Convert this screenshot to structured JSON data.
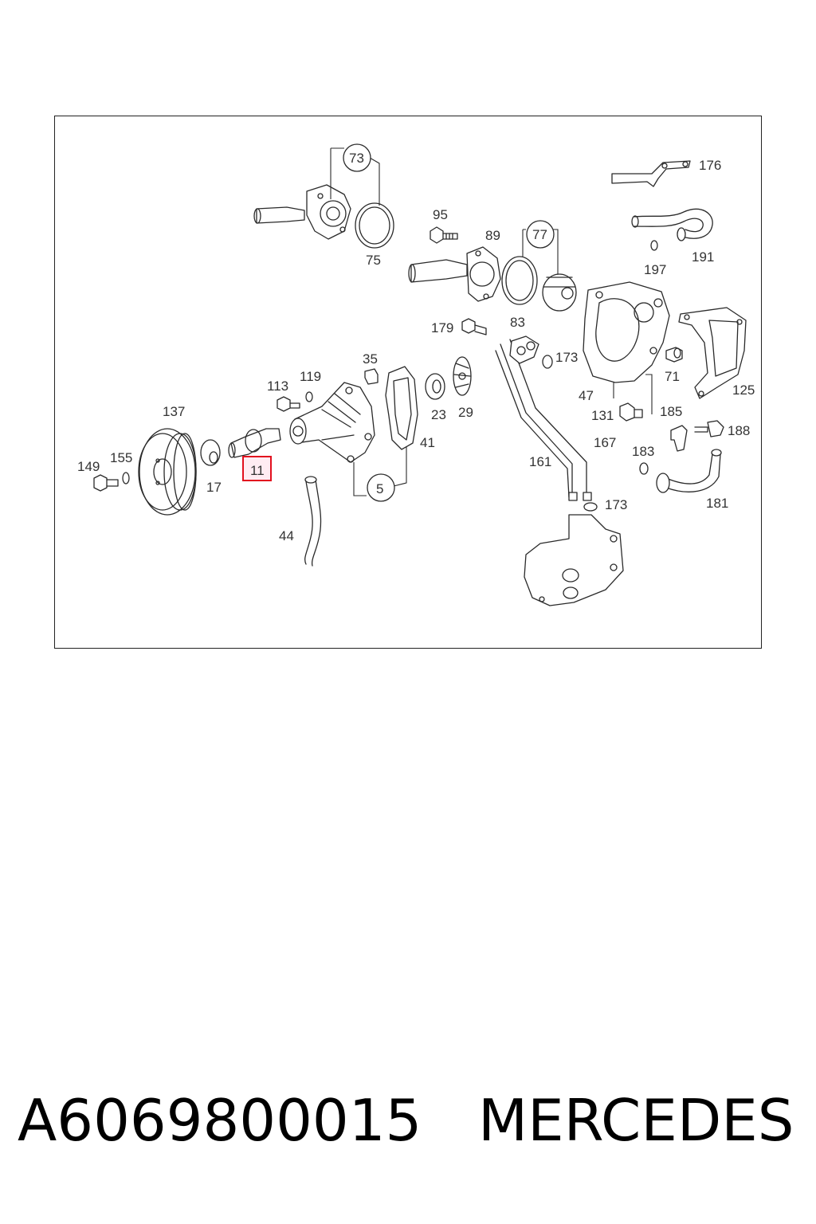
{
  "diagram": {
    "callouts": {
      "c5": "5",
      "c11": "11",
      "c17": "17",
      "c23": "23",
      "c29": "29",
      "c35": "35",
      "c41": "41",
      "c44": "44",
      "c47": "47",
      "c71": "71",
      "c73": "73",
      "c75": "75",
      "c77": "77",
      "c83": "83",
      "c89": "89",
      "c95": "95",
      "c113": "113",
      "c119": "119",
      "c125": "125",
      "c131": "131",
      "c137": "137",
      "c149": "149",
      "c155": "155",
      "c161": "161",
      "c167": "167",
      "c173a": "173",
      "c173b": "173",
      "c176": "176",
      "c179": "179",
      "c181": "181",
      "c183": "183",
      "c185": "185",
      "c188": "188",
      "c191": "191",
      "c197": "197"
    },
    "highlighted_callout": "11",
    "highlight_color": "#e2101e"
  },
  "footer": {
    "part_number": "A6069800015",
    "brand": "MERCEDES"
  }
}
